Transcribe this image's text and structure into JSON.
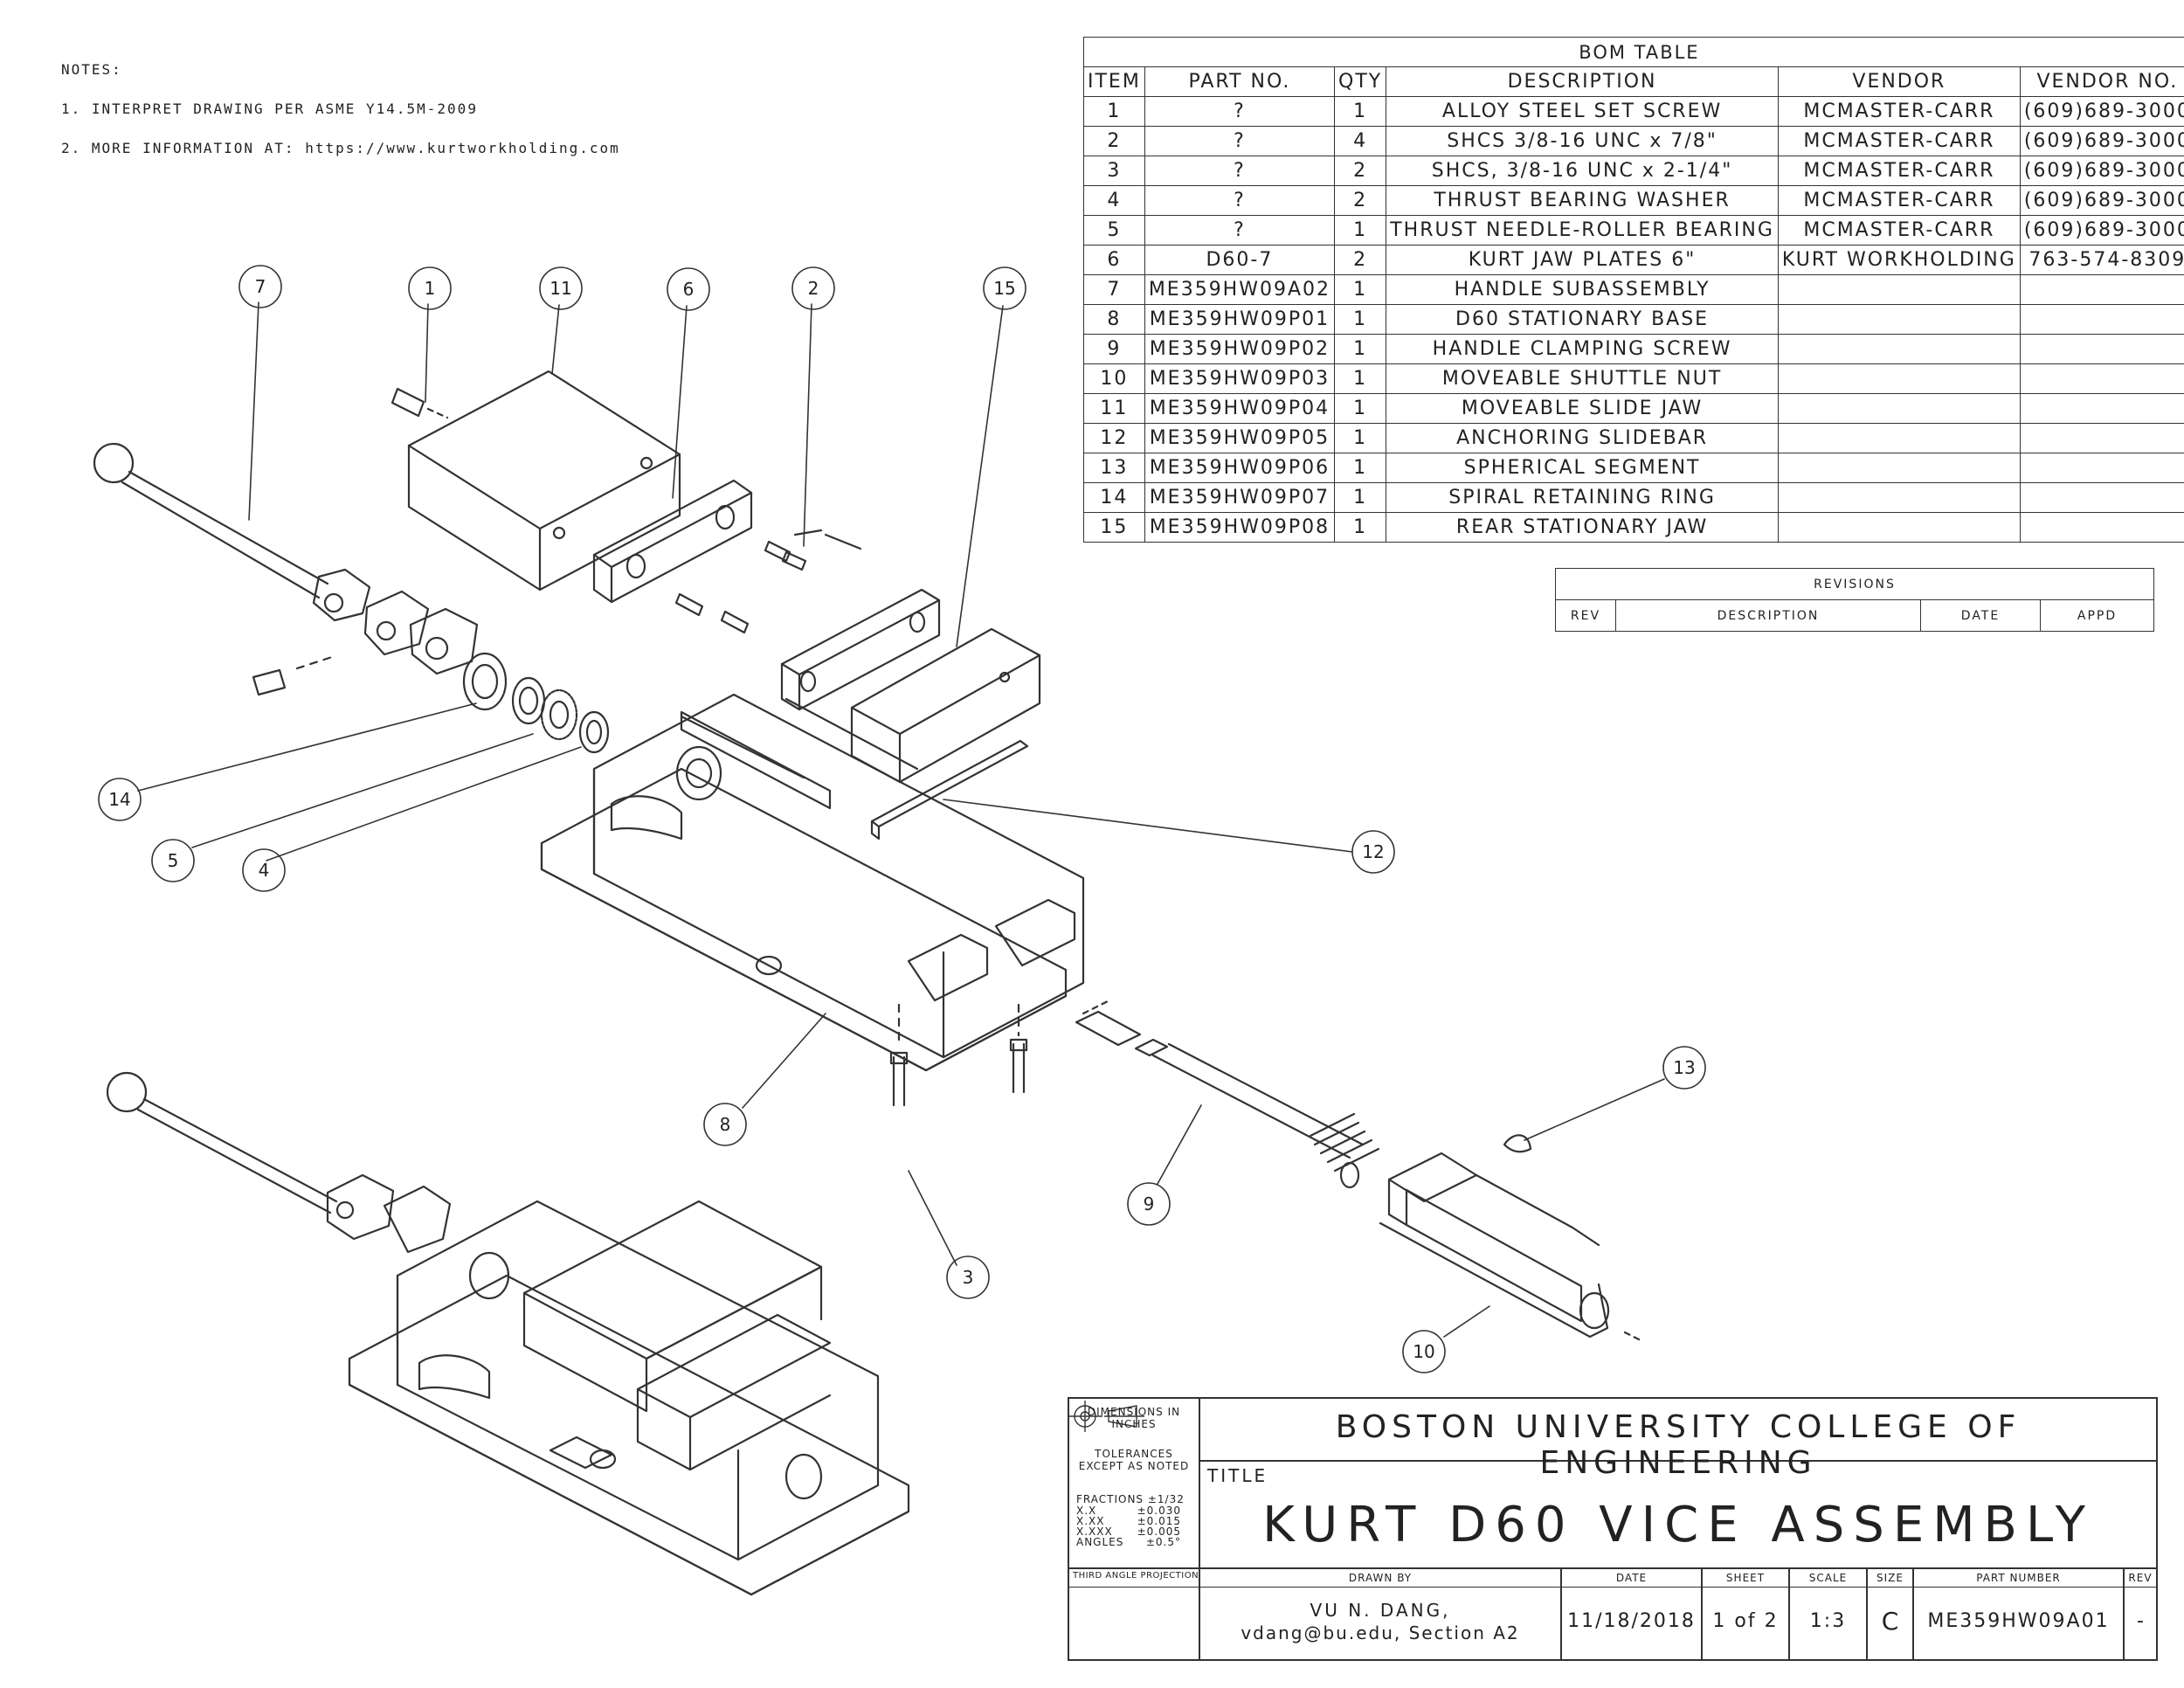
{
  "notes": {
    "heading": "NOTES:",
    "items": [
      "1. INTERPRET DRAWING PER ASME Y14.5M-2009",
      "2. MORE INFORMATION AT: https://www.kurtworkholding.com"
    ]
  },
  "bom": {
    "title": "BOM TABLE",
    "headers": [
      "ITEM",
      "PART NO.",
      "QTY",
      "DESCRIPTION",
      "VENDOR",
      "VENDOR NO."
    ],
    "rows": [
      [
        "1",
        "?",
        "1",
        "ALLOY STEEL SET SCREW",
        "MCMASTER-CARR",
        "(609)689-3000"
      ],
      [
        "2",
        "?",
        "4",
        "SHCS 3/8-16 UNC x 7/8\"",
        "MCMASTER-CARR",
        "(609)689-3000"
      ],
      [
        "3",
        "?",
        "2",
        "SHCS, 3/8-16 UNC x 2-1/4\"",
        "MCMASTER-CARR",
        "(609)689-3000"
      ],
      [
        "4",
        "?",
        "2",
        "THRUST BEARING WASHER",
        "MCMASTER-CARR",
        "(609)689-3000"
      ],
      [
        "5",
        "?",
        "1",
        "THRUST NEEDLE-ROLLER BEARING",
        "MCMASTER-CARR",
        "(609)689-3000"
      ],
      [
        "6",
        "D60-7",
        "2",
        "KURT JAW PLATES 6\"",
        "KURT WORKHOLDING",
        "763-574-8309"
      ],
      [
        "7",
        "ME359HW09A02",
        "1",
        "HANDLE SUBASSEMBLY",
        "",
        ""
      ],
      [
        "8",
        "ME359HW09P01",
        "1",
        "D60 STATIONARY BASE",
        "",
        ""
      ],
      [
        "9",
        "ME359HW09P02",
        "1",
        "HANDLE CLAMPING SCREW",
        "",
        ""
      ],
      [
        "10",
        "ME359HW09P03",
        "1",
        "MOVEABLE SHUTTLE NUT",
        "",
        ""
      ],
      [
        "11",
        "ME359HW09P04",
        "1",
        "MOVEABLE SLIDE JAW",
        "",
        ""
      ],
      [
        "12",
        "ME359HW09P05",
        "1",
        "ANCHORING SLIDEBAR",
        "",
        ""
      ],
      [
        "13",
        "ME359HW09P06",
        "1",
        "SPHERICAL SEGMENT",
        "",
        ""
      ],
      [
        "14",
        "ME359HW09P07",
        "1",
        "SPIRAL RETAINING RING",
        "",
        ""
      ],
      [
        "15",
        "ME359HW09P08",
        "1",
        "REAR STATIONARY JAW",
        "",
        ""
      ]
    ]
  },
  "revisions": {
    "title": "REVISIONS",
    "headers": [
      "REV",
      "DESCRIPTION",
      "DATE",
      "APPD"
    ]
  },
  "balloons": [
    "7",
    "1",
    "11",
    "6",
    "2",
    "15",
    "14",
    "5",
    "4",
    "12",
    "8",
    "13",
    "9",
    "3",
    "10"
  ],
  "title_block": {
    "dimensions": "DIMENSIONS IN INCHES",
    "tolerances": "TOLERANCES EXCEPT AS NOTED",
    "fractions": "FRACTIONS ±1/32",
    "tol_lines": [
      [
        "X.X",
        "±0.030"
      ],
      [
        "X.XX",
        "±0.015"
      ],
      [
        "X.XXX",
        "±0.005"
      ],
      [
        "ANGLES",
        "±0.5°"
      ]
    ],
    "projection": "THIRD ANGLE PROJECTION",
    "organization": "BOSTON UNIVERSITY COLLEGE OF ENGINEERING",
    "title_label": "TITLE",
    "title": "KURT D60 VICE ASSEMBLY",
    "drawn_by_label": "DRAWN BY",
    "drawn_by_1": "VU N. DANG,",
    "drawn_by_2": "vdang@bu.edu, Section A2",
    "date_label": "DATE",
    "date": "11/18/2018",
    "sheet_label": "SHEET",
    "sheet": "1 of 2",
    "scale_label": "SCALE",
    "scale": "1:3",
    "size_label": "SIZE",
    "size": "C",
    "part_number_label": "PART NUMBER",
    "part_number": "ME359HW09A01",
    "rev_label": "REV",
    "rev": "-"
  }
}
